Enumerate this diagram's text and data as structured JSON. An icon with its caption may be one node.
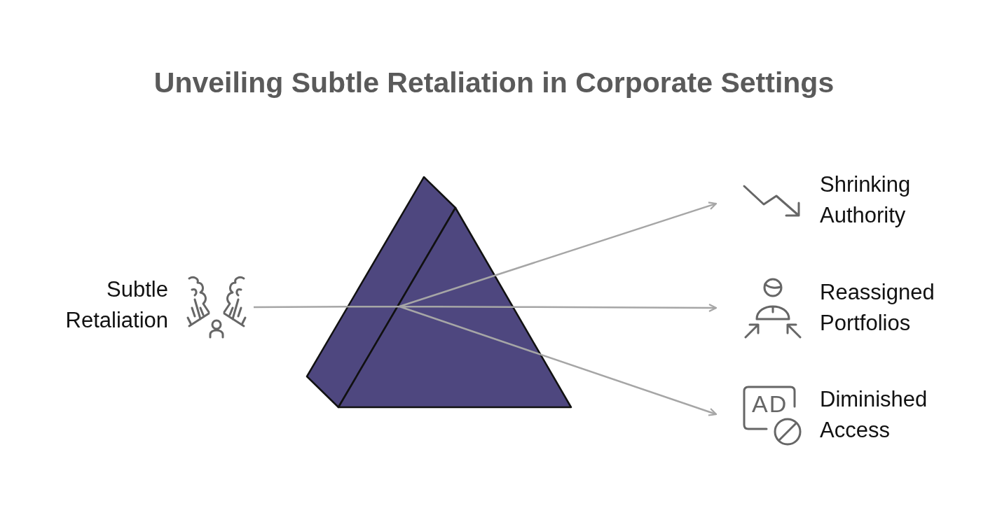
{
  "diagram": {
    "title": "Unveiling Subtle Retaliation in Corporate Settings",
    "nodes": [
      {
        "text": [
          "Subtle Retaliation"
        ]
      },
      {
        "text": [],
        "shape": "prism"
      },
      {
        "text": [
          "Shrinking Authority"
        ]
      },
      {
        "text": [
          "Reassigned Portfolios"
        ]
      },
      {
        "text": [
          "Diminished Access"
        ]
      }
    ],
    "edges": [
      {
        "from": 0,
        "to": 1,
        "arrow": "none"
      },
      {
        "from": 1,
        "to": 2,
        "arrow": "to"
      },
      {
        "from": 1,
        "to": 3,
        "arrow": "to"
      },
      {
        "from": 1,
        "to": 4,
        "arrow": "to"
      }
    ],
    "labels": [
      "AD"
    ]
  }
}
